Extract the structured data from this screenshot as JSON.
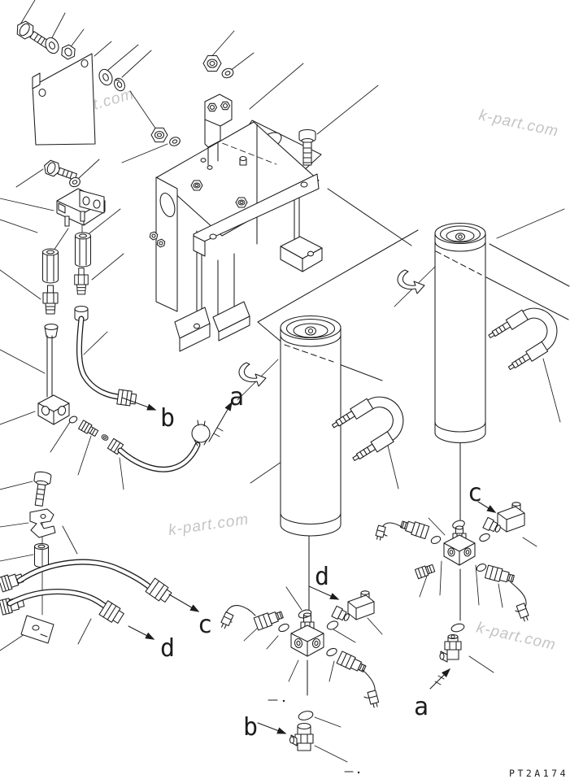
{
  "diagram": {
    "part_code": "PT2A174",
    "watermarks": [
      {
        "text": "k-part.com"
      },
      {
        "text": "k-part.com"
      },
      {
        "text": "k-part.com"
      },
      {
        "text": "k-part.com"
      }
    ],
    "callouts": [
      {
        "label": "b"
      },
      {
        "label": "a"
      },
      {
        "label": "c"
      },
      {
        "label": "d"
      },
      {
        "label": "d"
      },
      {
        "label": "c"
      },
      {
        "label": "b"
      },
      {
        "label": "a"
      }
    ]
  }
}
